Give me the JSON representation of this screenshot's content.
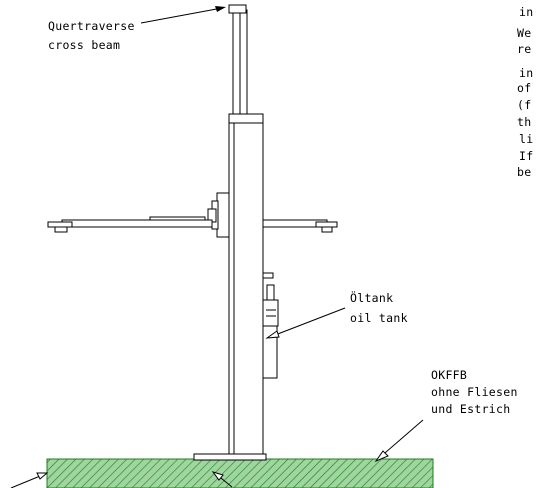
{
  "labels": {
    "crossbeam_de": "Quertraverse",
    "crossbeam_en": "cross beam",
    "oiltank_de": "Öltank",
    "oiltank_en": "oil tank",
    "floor_code": "OKFFB",
    "floor_de_1": "ohne Fliesen",
    "floor_de_2": "und Estrich"
  },
  "side_text": [
    "in",
    "We",
    "re",
    "in",
    "of",
    "(f",
    "th",
    "li",
    "If",
    "be"
  ],
  "colors": {
    "line": "#000000",
    "hatch": "#1f7a1f",
    "floor_fill": "#9fd69f",
    "background": "#ffffff"
  }
}
